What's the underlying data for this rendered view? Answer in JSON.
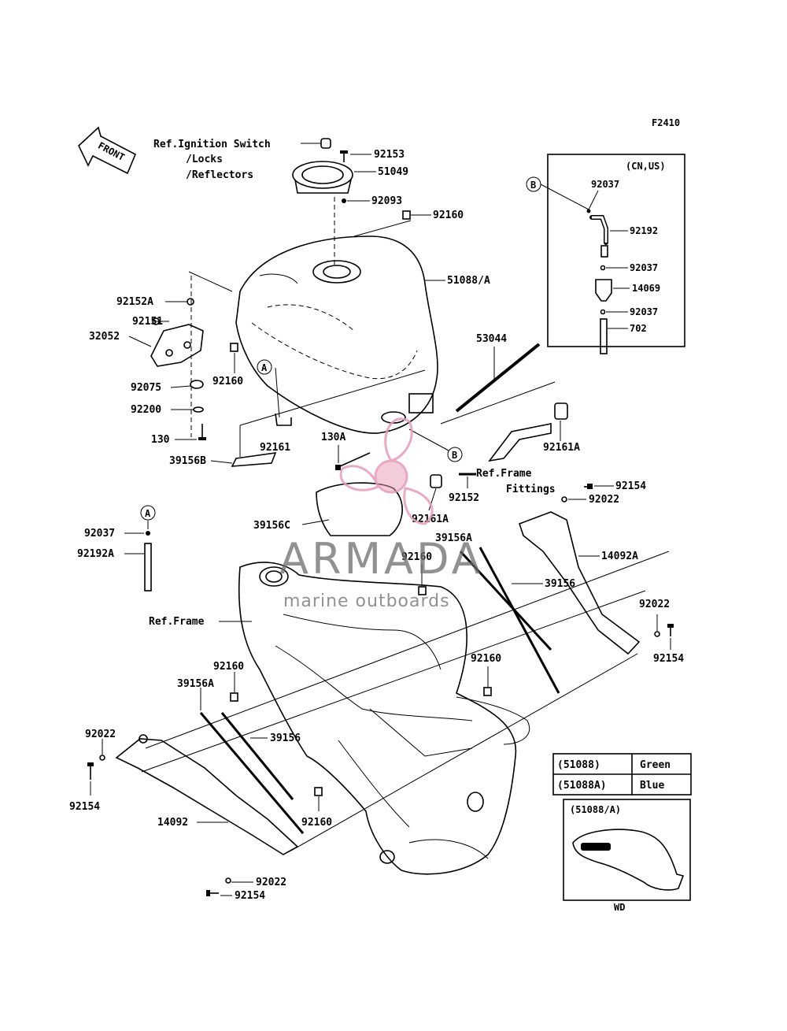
{
  "figure_code": "F2410",
  "front_label": "FRONT",
  "ref_labels": {
    "ignition": [
      "Ref.Ignition Switch",
      "/Locks",
      "/Reflectors"
    ],
    "frame_fittings": [
      "Ref.Frame",
      "Fittings"
    ],
    "frame": "Ref.Frame"
  },
  "callouts": {
    "c92153": "92153",
    "c51049": "51049",
    "c92093": "92093",
    "c92160_top": "92160",
    "c51088A": "51088/A",
    "c92152A": "92152A",
    "c92151": "92151",
    "c32052": "32052",
    "c92160_left": "92160",
    "c92075": "92075",
    "c92200": "92200",
    "c130": "130",
    "c39156B": "39156B",
    "c92161": "92161",
    "c130A": "130A",
    "c53044": "53044",
    "c92161A_right": "92161A",
    "c92152": "92152",
    "c92161A_mid": "92161A",
    "c39156C": "39156C",
    "c92154_r1": "92154",
    "c92022_r1": "92022",
    "c92037_left": "92037",
    "c92192A": "92192A",
    "c39156A_r": "39156A",
    "c92160_mid": "92160",
    "c14092A": "14092A",
    "c39156_r": "39156",
    "c92022_r2": "92022",
    "c92154_r2": "92154",
    "c92160_center": "92160",
    "c92160_l2": "92160",
    "c39156A_l": "39156A",
    "c39156_l": "39156",
    "c92022_l": "92022",
    "c92154_l": "92154",
    "c14092": "14092",
    "c92160_bottom": "92160",
    "c92022_bottom": "92022",
    "c92154_bottom": "92154"
  },
  "markers": {
    "A": "A",
    "B": "B"
  },
  "inset_cnus": {
    "title": "(CN,US)",
    "parts": [
      "92037",
      "92192",
      "92037",
      "14069",
      "92037",
      "702"
    ]
  },
  "color_table": [
    {
      "part": "(51088)",
      "color": "Green"
    },
    {
      "part": "(51088A)",
      "color": "Blue"
    }
  ],
  "inset_wd": {
    "title": "(51088/A)",
    "footer": "WD"
  },
  "watermark": {
    "brand": "ARMADA",
    "tagline": "marine outboards",
    "color": "#e79bb8"
  }
}
